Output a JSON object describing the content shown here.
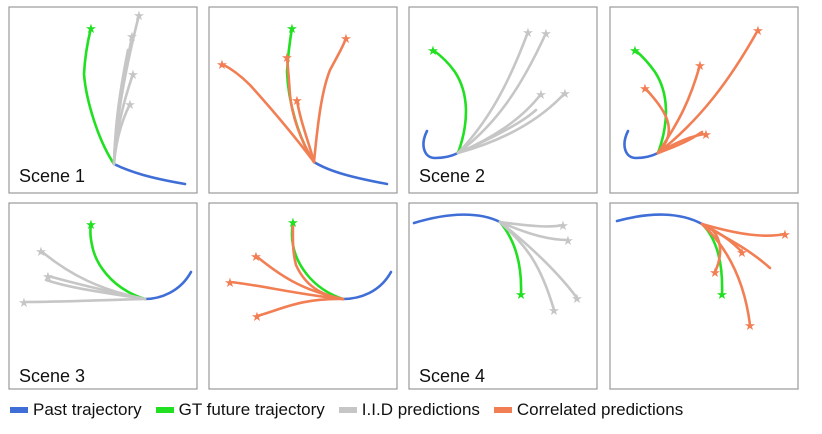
{
  "colors": {
    "past": "#3f6ed6",
    "gt": "#21e021",
    "iid": "#c6c6c6",
    "corr": "#f27e54",
    "frame": "#9a9a9a"
  },
  "scene_labels": [
    "Scene 1",
    "Scene 2",
    "Scene 3",
    "Scene 4"
  ],
  "legend": [
    {
      "label": "Past trajectory",
      "color": "#3f6ed6"
    },
    {
      "label": "GT future trajectory",
      "color": "#21e021"
    },
    {
      "label": "I.I.D predictions",
      "color": "#c6c6c6"
    },
    {
      "label": "Correlated predictions",
      "color": "#f27e54"
    }
  ]
}
